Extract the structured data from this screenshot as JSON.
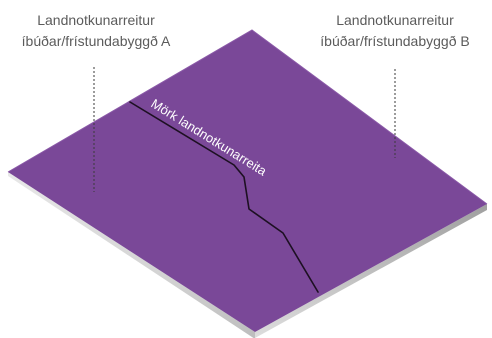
{
  "labels": {
    "area_a": {
      "line1": "Landnotkunarreitur",
      "line2": "íbúðar/frístundabyggð A"
    },
    "area_b": {
      "line1": "Landnotkunarreitur",
      "line2": "íbúðar/frístundabyggð B"
    },
    "boundary": "Mörk landnotkunarreita"
  },
  "colors": {
    "plot_surface": "#7a4898",
    "plot_side_light": "#e3e3e3",
    "plot_side_shadow": "#b7b7b7",
    "boundary_line": "#1d1022",
    "leader_line": "#3a3a3a",
    "label_text": "#5b5b5b"
  }
}
